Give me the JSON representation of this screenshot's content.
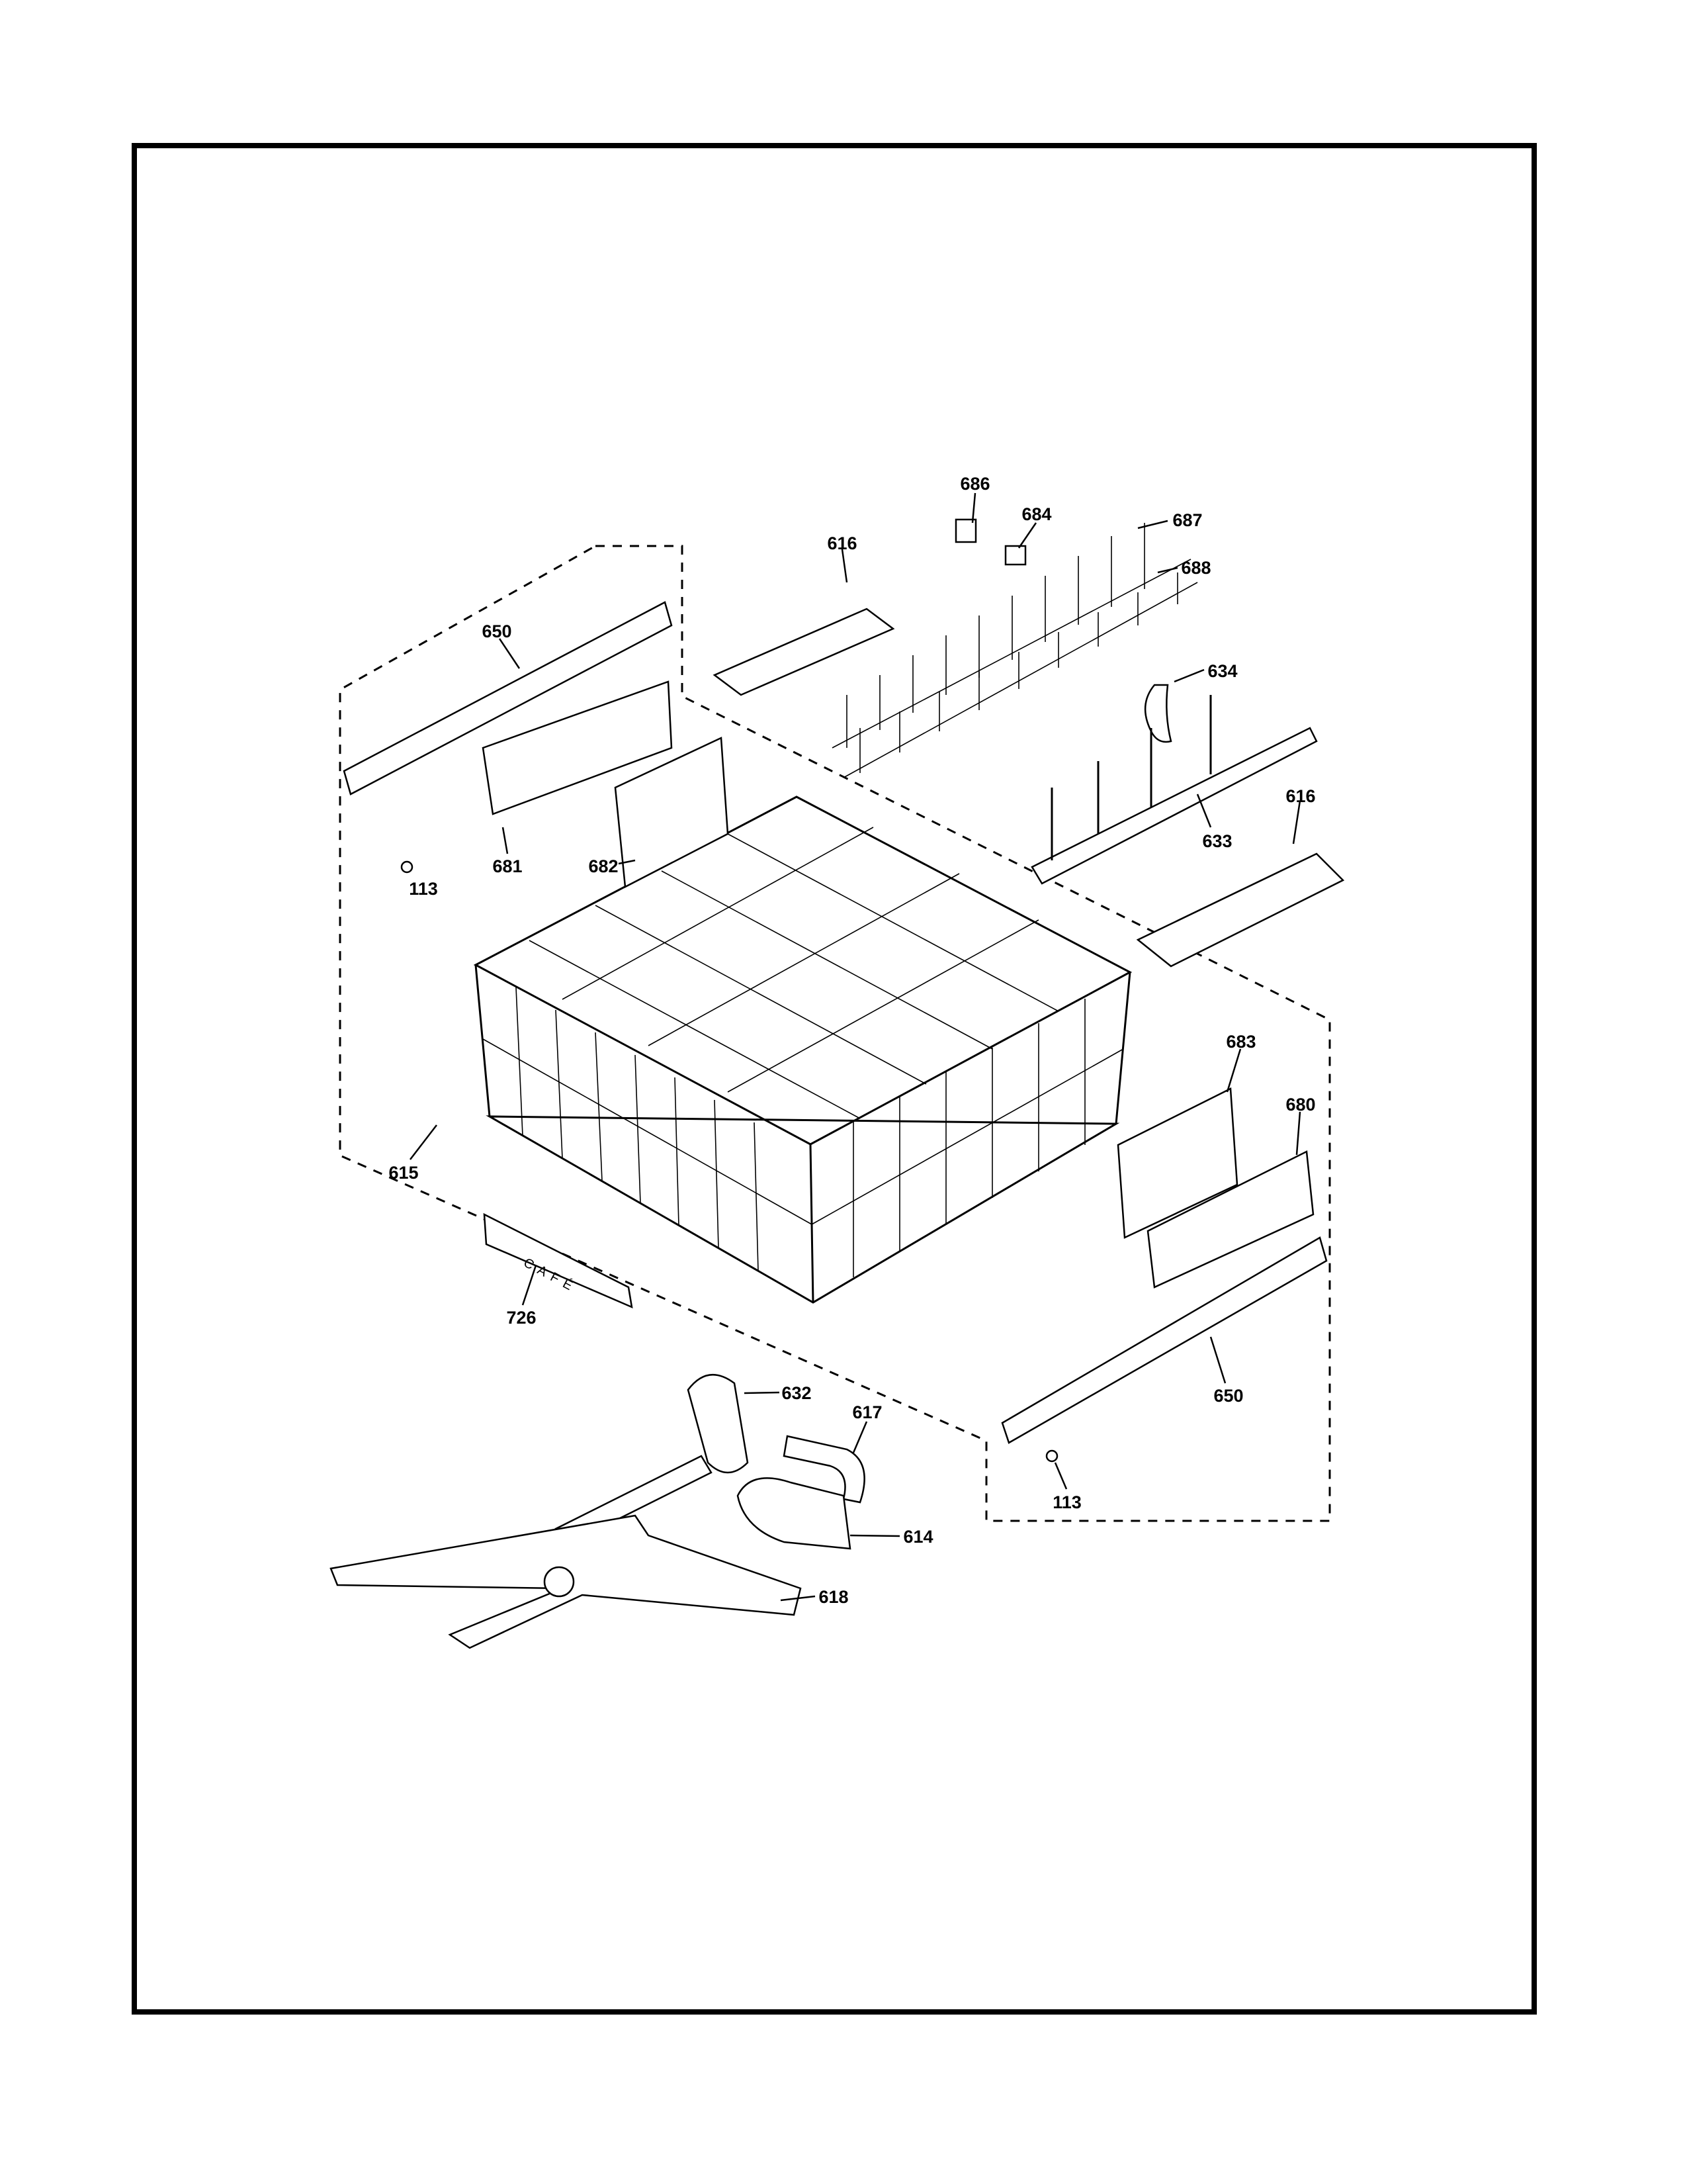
{
  "diagram": {
    "type": "exploded parts diagram",
    "brand_text": "CAFÉ",
    "callouts": [
      {
        "id": "686"
      },
      {
        "id": "684"
      },
      {
        "id": "687"
      },
      {
        "id": "688"
      },
      {
        "id": "616"
      },
      {
        "id": "650"
      },
      {
        "id": "634"
      },
      {
        "id": "616"
      },
      {
        "id": "633"
      },
      {
        "id": "113"
      },
      {
        "id": "681"
      },
      {
        "id": "682"
      },
      {
        "id": "683"
      },
      {
        "id": "680"
      },
      {
        "id": "615"
      },
      {
        "id": "726"
      },
      {
        "id": "632"
      },
      {
        "id": "617"
      },
      {
        "id": "650"
      },
      {
        "id": "113"
      },
      {
        "id": "614"
      },
      {
        "id": "618"
      }
    ]
  }
}
